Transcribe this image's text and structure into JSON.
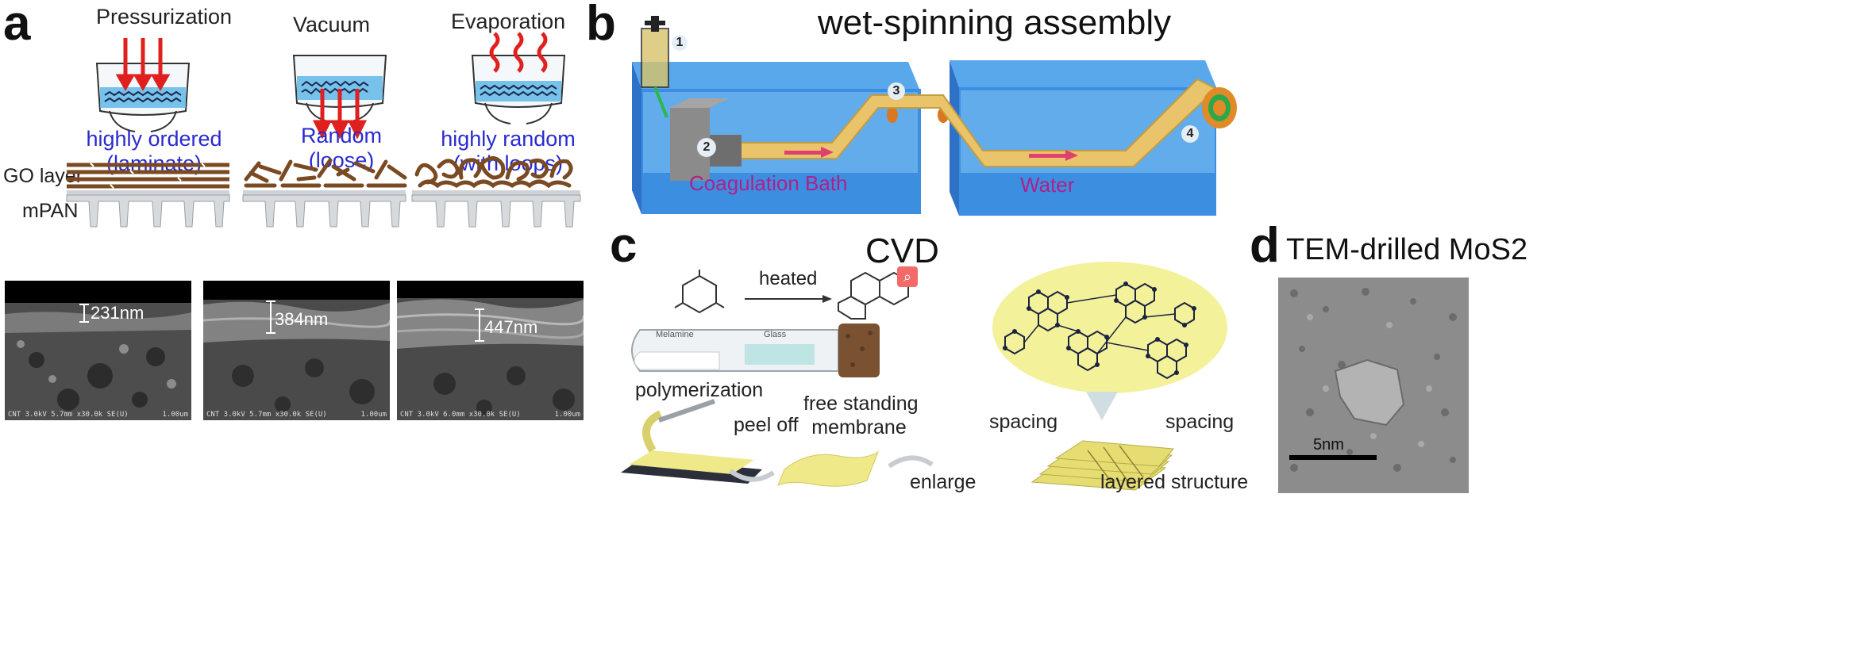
{
  "panel_letters": {
    "a": "a",
    "b": "b",
    "c": "c",
    "d": "d"
  },
  "panel_a": {
    "methods": [
      {
        "title": "Pressurization",
        "structure_line1": "highly ordered",
        "structure_line2": "(laminate)"
      },
      {
        "title": "Vacuum",
        "structure_line1": "Random",
        "structure_line2": "(loose)"
      },
      {
        "title": "Evaporation",
        "structure_line1": "highly random",
        "structure_line2": "(with loops)"
      }
    ],
    "layer_labels": {
      "go": "GO layer",
      "mpan": "mPAN"
    },
    "sem_images": [
      {
        "thickness": "231nm",
        "footer": "CNT 3.0kV 5.7mm x30.0k SE(U)",
        "scale": "1.00um"
      },
      {
        "thickness": "384nm",
        "footer": "CNT 3.0kV 5.7mm x30.0k SE(U)",
        "scale": "1.00um"
      },
      {
        "thickness": "447nm",
        "footer": "CNT 3.0kV 6.0mm x30.0k SE(U)",
        "scale": "1.00um"
      }
    ],
    "colors": {
      "arrow": "#e0201e",
      "go_flake": "#7a4a22",
      "water": "#5fb8e8",
      "label_blue": "#2a2ad0"
    }
  },
  "panel_b": {
    "title": "wet-spinning assembly",
    "bath_labels": {
      "coagulation": "Coagulation Bath",
      "water": "Water"
    },
    "steps": [
      "1",
      "2",
      "3",
      "4"
    ],
    "colors": {
      "tank": "#3c8fe0",
      "fiber": "#e9c46a",
      "label": "#b0208a",
      "arrow": "#e04070"
    }
  },
  "panel_c": {
    "title": "CVD",
    "labels": {
      "heated": "heated",
      "melamine": "Melamine",
      "glass": "Glass",
      "polymerization": "polymerization",
      "peel_off": "peel off",
      "free_standing_1": "free standing",
      "free_standing_2": "membrane",
      "spacing_left": "spacing",
      "spacing_right": "spacing",
      "enlarge": "enlarge",
      "layered": "layered structure"
    },
    "colors": {
      "membrane": "#efe98a",
      "lattice": "#f3f19a",
      "node": "#1c2340"
    }
  },
  "panel_d": {
    "title": "TEM-drilled MoS2",
    "scale_bar": "5nm"
  }
}
